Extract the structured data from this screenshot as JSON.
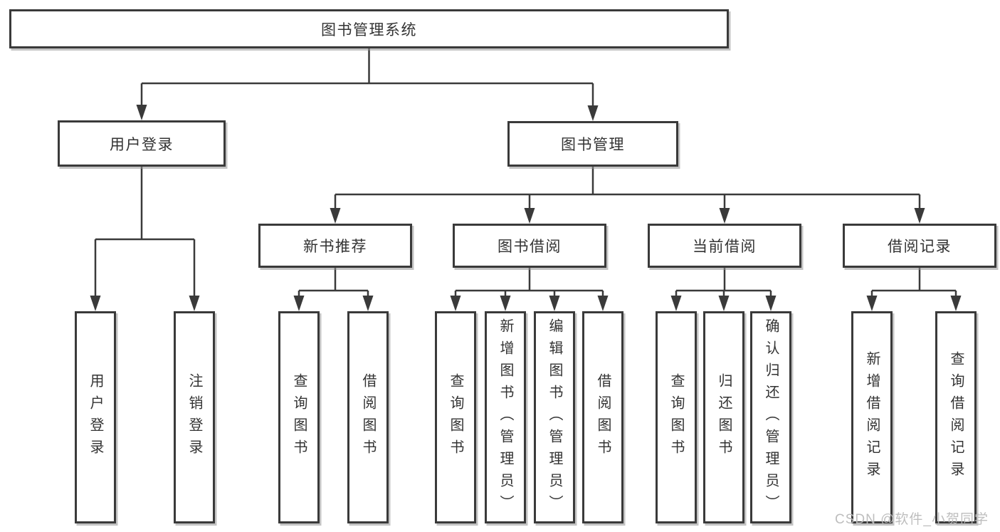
{
  "diagram": {
    "type": "hierarchy-tree",
    "colors": {
      "line": "#3a3a3a",
      "box_border": "#3a3a3a",
      "box_background": "#ffffff",
      "text": "#333333",
      "watermark": "#bbbbbb",
      "background": "#ffffff"
    },
    "root": {
      "label": "图书管理系统",
      "children": [
        {
          "label": "用户登录",
          "children": [
            {
              "label": "用户登录"
            },
            {
              "label": "注销登录"
            }
          ]
        },
        {
          "label": "图书管理",
          "children": [
            {
              "label": "新书推荐",
              "children": [
                {
                  "label": "查询图书"
                },
                {
                  "label": "借阅图书"
                }
              ]
            },
            {
              "label": "图书借阅",
              "children": [
                {
                  "label": "查询图书"
                },
                {
                  "label": "新增图书（管理员）"
                },
                {
                  "label": "编辑图书（管理员）"
                },
                {
                  "label": "借阅图书"
                }
              ]
            },
            {
              "label": "当前借阅",
              "children": [
                {
                  "label": "查询图书"
                },
                {
                  "label": "归还图书"
                },
                {
                  "label": "确认归还（管理员）"
                }
              ]
            },
            {
              "label": "借阅记录",
              "children": [
                {
                  "label": "新增借阅记录"
                },
                {
                  "label": "查询借阅记录"
                }
              ]
            }
          ]
        }
      ]
    },
    "watermark": "CSDN @软件_小贺同学"
  }
}
